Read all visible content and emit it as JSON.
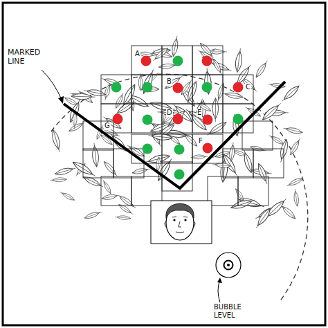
{
  "diagram": {
    "labels": [
      "MARKED LINE",
      "A",
      "B",
      "C",
      "D",
      "E",
      "F",
      "G",
      "BUBBLE LEVEL"
    ]
  }
}
